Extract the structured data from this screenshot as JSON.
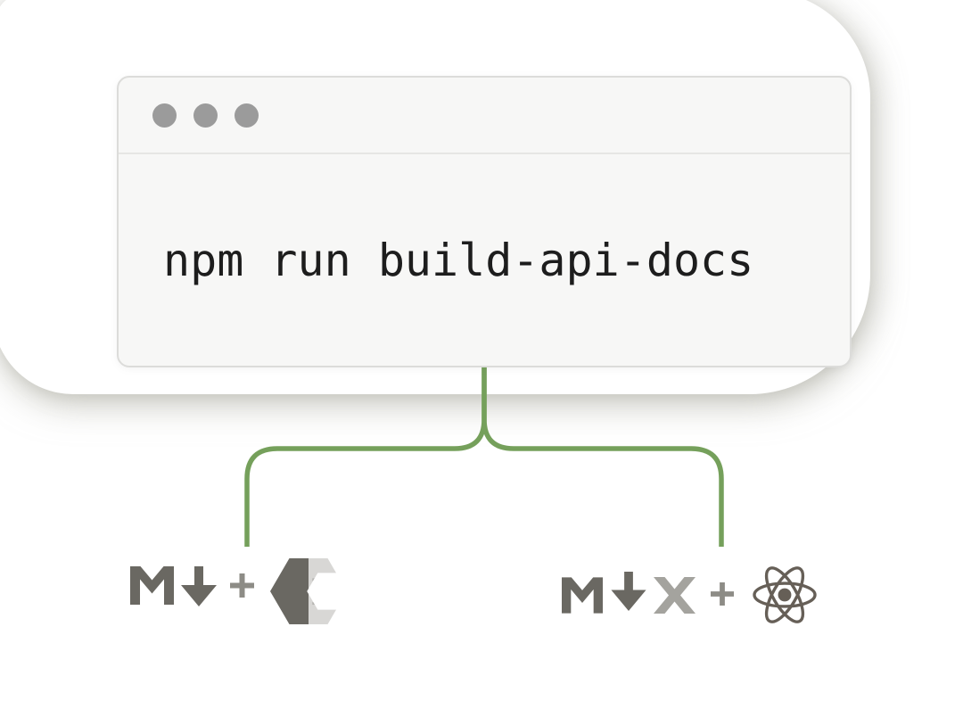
{
  "illustration": {
    "window": {
      "command": "npm run build-api-docs",
      "control_dot_count": 3
    },
    "flow": {
      "root_command": "npm run build-api-docs",
      "branches": [
        {
          "id": "left",
          "outputs": [
            "markdown",
            "web-components"
          ]
        },
        {
          "id": "right",
          "outputs": [
            "mdx",
            "react"
          ]
        }
      ]
    },
    "icons": {
      "left": [
        "markdown-m-icon",
        "down-arrow-icon",
        "plus-icon",
        "web-components-icon"
      ],
      "right": [
        "markdown-m-icon",
        "down-arrow-icon",
        "x-icon",
        "plus-icon",
        "react-icon"
      ]
    },
    "colors": {
      "connector_green": "#75a05b",
      "icon_dark_gray": "#6a6862",
      "icon_light_gray": "#a4a39e",
      "plus_gray": "#8d8c86",
      "react_gray": "#665f57",
      "hexagon_light_gray": "#d8d7d5",
      "hexagon_stripe_gray": "#b5b4b0",
      "window_background": "#f7f7f6",
      "window_border": "#dcdcda",
      "control_dot_gray": "#9b9b9b",
      "command_text_color": "#1d1d1d"
    }
  }
}
